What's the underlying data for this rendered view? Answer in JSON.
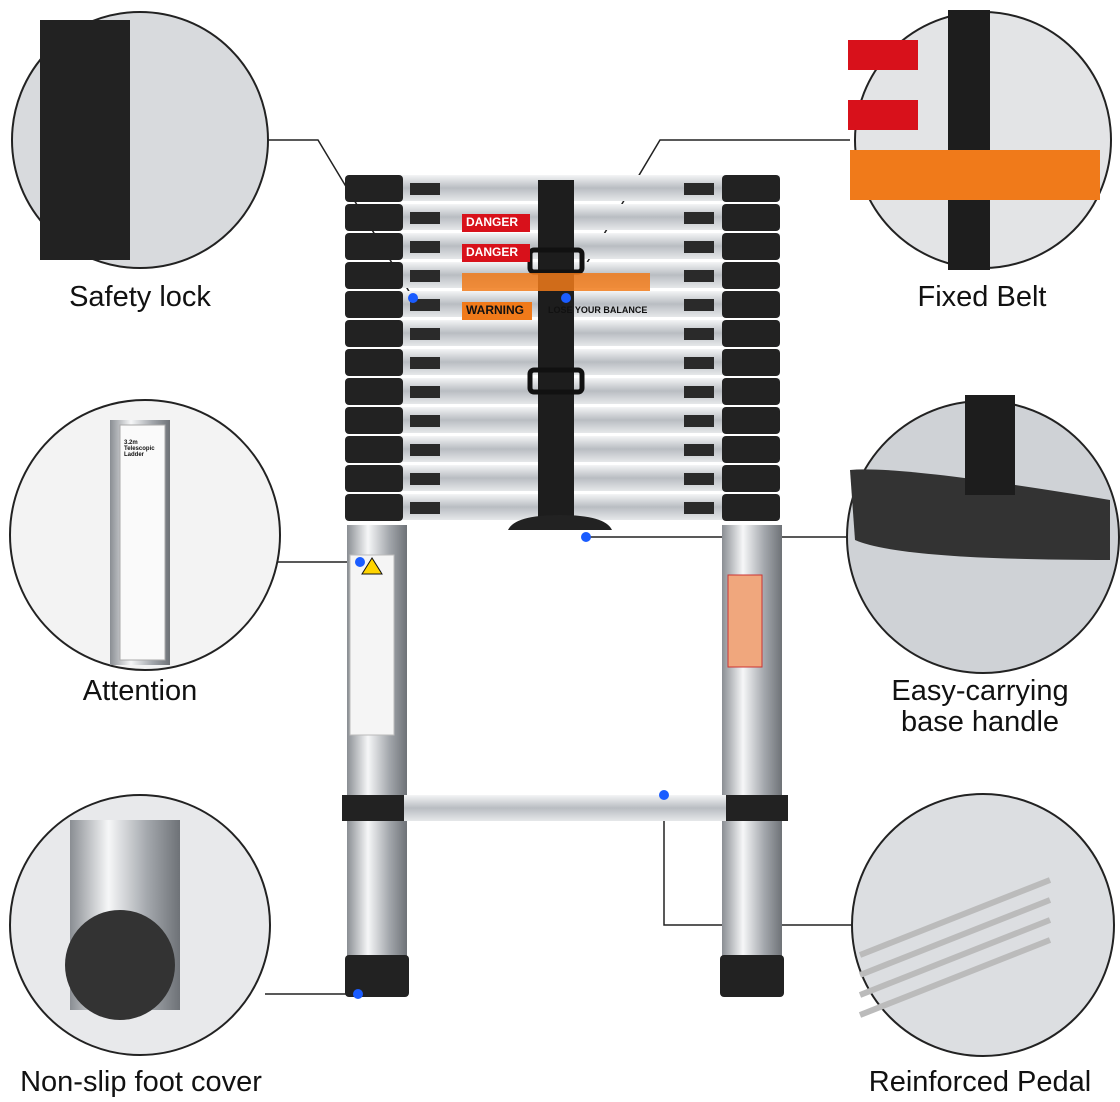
{
  "callouts": {
    "safety_lock": "Safety lock",
    "fixed_belt": "Fixed Belt",
    "attention": "Attention",
    "base_handle_line1": "Easy-carrying",
    "base_handle_line2": "base handle",
    "foot_cover": "Non-slip foot cover",
    "pedal": "Reinforced Pedal"
  },
  "ladder_labels": {
    "danger": "DANGER",
    "warning": "WARNING",
    "balance": "LOSE YOUR BALANCE",
    "sticker_title": "3.2m Telescopic Ladder"
  },
  "colors": {
    "accent_dot": "#1a5cff",
    "danger_red": "#d8111b",
    "warning_orange": "#f07a1a",
    "rubber": "#2a2a2a",
    "aluminum": "#c9ccd0"
  }
}
